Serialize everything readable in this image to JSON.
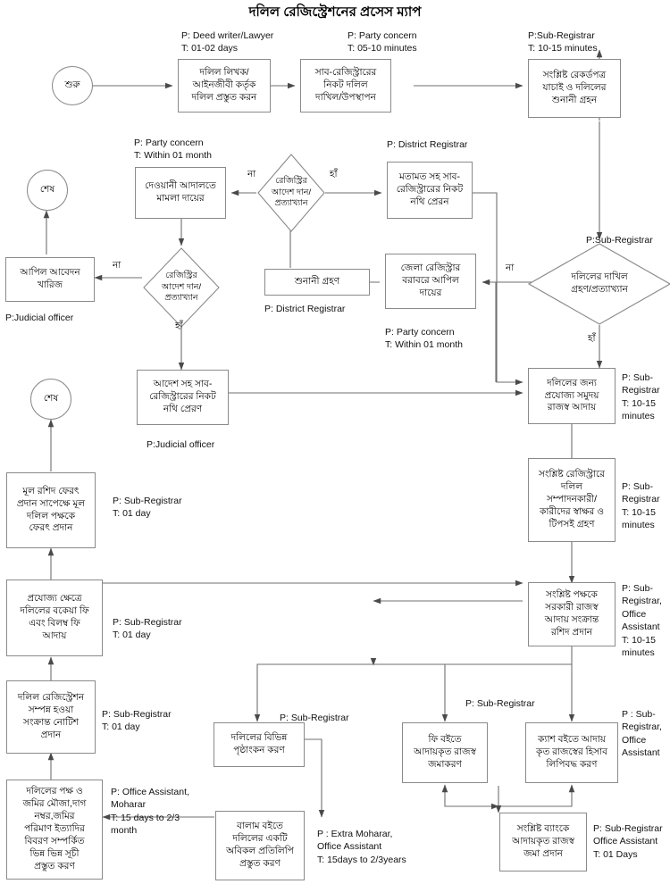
{
  "title": "দলিল রেজিস্ট্রেশনের প্রসেস ম্যাপ",
  "colors": {
    "node_border": "#8a8a8a",
    "line": "#6f6f6f",
    "text": "#000000",
    "background": "#ffffff"
  },
  "nodes": {
    "start": {
      "label": "শুরু",
      "type": "terminator"
    },
    "deed_prepare": {
      "label": "দলিল লিখক/\nআইনজীবী কর্তৃক\nদলিল প্রস্তুত করন",
      "type": "process"
    },
    "submit_deed": {
      "label": "সাব-রেজিস্ট্রারের\nনিকট দলিল\nদাখিল/উপস্থাপন",
      "type": "process"
    },
    "verify_records": {
      "label": "সংশ্লিষ্ট রেকর্ডপত্র\nযাচাই ও দলিলের\nশুনানী গ্রহন",
      "type": "process"
    },
    "submit_decision": {
      "label": "দলিলের দাখিল\nগ্রহণ/প্রত্যাখ্যান",
      "type": "decision"
    },
    "appeal_to_dr": {
      "label": "জেলা রেজিস্ট্রার\nবরাবরে আপিল\nদায়ের",
      "type": "process"
    },
    "hearing": {
      "label": "শুনানী গ্রহণ",
      "type": "process"
    },
    "registrar_order": {
      "label": "রেজিস্ট্রির\nআদেশ দান/\nপ্রত্যাখ্যান",
      "type": "decision"
    },
    "civil_court": {
      "label": "দেওয়ানী আদালতে\nমামলা দায়ের",
      "type": "process"
    },
    "opinion_to_sr": {
      "label": "মতামত সহ সাব-\nরেজিস্ট্রারের নিকট\nনথি প্রেরন",
      "type": "process"
    },
    "registrar_order2": {
      "label": "রেজিস্ট্রির\nআদেশ দান/\nপ্রত্যাখ্যান",
      "type": "decision"
    },
    "appeal_rejected": {
      "label": "আপিল আবেদন\nখারিজ",
      "type": "process"
    },
    "end_top": {
      "label": "শেষ",
      "type": "terminator"
    },
    "order_to_sr": {
      "label": "আদেশ সহ সাব-\nরেজিস্ট্রারের নিকট\nনথি প্রেরণ",
      "type": "process"
    },
    "collect_revenue": {
      "label": "দলিলের জন্য\nপ্রযোজ্য সমুদয়\nরাজস্ব আদায়",
      "type": "process"
    },
    "signature": {
      "label": "সংশ্লিষ্ট রেজিস্ট্রারে\nদলিল\nসম্পাদনকারী/\nকারীদের স্বাক্ষর ও\nটিপসই গ্রহণ",
      "type": "process"
    },
    "issue_receipt": {
      "label": "সংশ্লিষ্ট পক্ষকে\nসরকারী রাজস্ব\nআদায় সংক্রান্ত\nরশিদ প্রদান",
      "type": "process"
    },
    "arrear_fee": {
      "label": "প্রযোজ্য ক্ষেত্রে\nদলিলের বকেয়া ফি\nএবং বিলম্ব ফি\nআদায়",
      "type": "process"
    },
    "return_deed": {
      "label": "মূল রশিদ ফেরৎ\nপ্রদান সাপেক্ষে মূল\nদলিল পক্ষকে\nফেরৎ প্রদান",
      "type": "process"
    },
    "end_bottom": {
      "label": "শেষ",
      "type": "terminator"
    },
    "notice": {
      "label": "দলিল রেজিস্ট্রেশন\nসম্পন্ন হওয়া\nসংক্রান্ত নোটিশ\nপ্রদান",
      "type": "process"
    },
    "index_prepare": {
      "label": "দলিলের পক্ষ ও\nজমির মৌজা,দাগ\nনম্বর,জমির\nপরিমাণ ইত্যাদির\nবিবরণ সম্পর্কিত\nভিন্ন ভিন্ন সূচী\nপ্রস্তুত করণ",
      "type": "process"
    },
    "endorsement": {
      "label": "দলিলের বিভিন্ন\nপৃষ্ঠাংকন করণ",
      "type": "process"
    },
    "fee_book": {
      "label": "ফি বইতে\nআদায়কৃত রাজস্ব\nজমাকরণ",
      "type": "process"
    },
    "cash_book": {
      "label": "ক্যাশ বইতে আদায়\nকৃত রাজস্বের হিসাব\nলিপিবদ্ধ করণ",
      "type": "process"
    },
    "balam_book": {
      "label": "বালাম বইতে\nদলিলের একটি\nঅবিকল প্রতিলিপি\nপ্রস্তুত করণ",
      "type": "process"
    },
    "bank_deposit": {
      "label": "সংশ্লিষ্ট ব্যাংকে\nআদায়কৃত রাজস্ব\nজমা প্রদান",
      "type": "process"
    }
  },
  "annotations": {
    "a_deed_prepare": "P: Deed writer/Lawyer\nT: 01-02 days",
    "a_submit_deed": "P: Party concern\nT: 05-10 minutes",
    "a_verify_records": "P:Sub-Registrar\nT: 10-15 minutes",
    "a_submit_decision": "P:Sub-Registrar",
    "a_civil_court": "P: Party concern\nT: Within 01 month",
    "a_opinion_to_sr": "P: District Registrar",
    "a_hearing": "P: District Registrar",
    "a_appeal_to_dr": "P: Party concern\nT: Within 01 month",
    "a_appeal_rejected": "P:Judicial officer",
    "a_order_to_sr": "P:Judicial officer",
    "a_collect_revenue": "P: Sub-\nRegistrar\nT: 10-15\nminutes",
    "a_signature": "P: Sub-\nRegistrar\nT: 10-15\nminutes",
    "a_return_deed": "P: Sub-Registrar\nT: 01 day",
    "a_issue_receipt": "P: Sub-\nRegistrar,\nOffice\nAssistant\nT: 10-15\nminutes",
    "a_arrear_fee": "P: Sub-Registrar\nT: 01 day",
    "a_notice": "P: Sub-Registrar\nT: 01 day",
    "a_index_prepare": "P: Office Assistant,\nMoharar\nT: 15 days to 2/3\nmonth",
    "a_endorsement": "P: Sub-Registrar",
    "a_fee_book": "P: Sub-Registrar",
    "a_cash_book": "P : Sub-\nRegistrar,\nOffice\nAssistant",
    "a_balam_book": "P : Extra Moharar,\nOffice Assistant\nT: 15days to 2/3years",
    "a_bank_deposit": "P: Sub-Registrar\nOffice Assistant\nT: 01 Days"
  },
  "edge_labels": {
    "submit_no": "না",
    "submit_yes": "হাঁ",
    "order_no": "না",
    "order_yes": "হাঁ",
    "order2_no": "না",
    "order2_yes": "হাঁ"
  }
}
